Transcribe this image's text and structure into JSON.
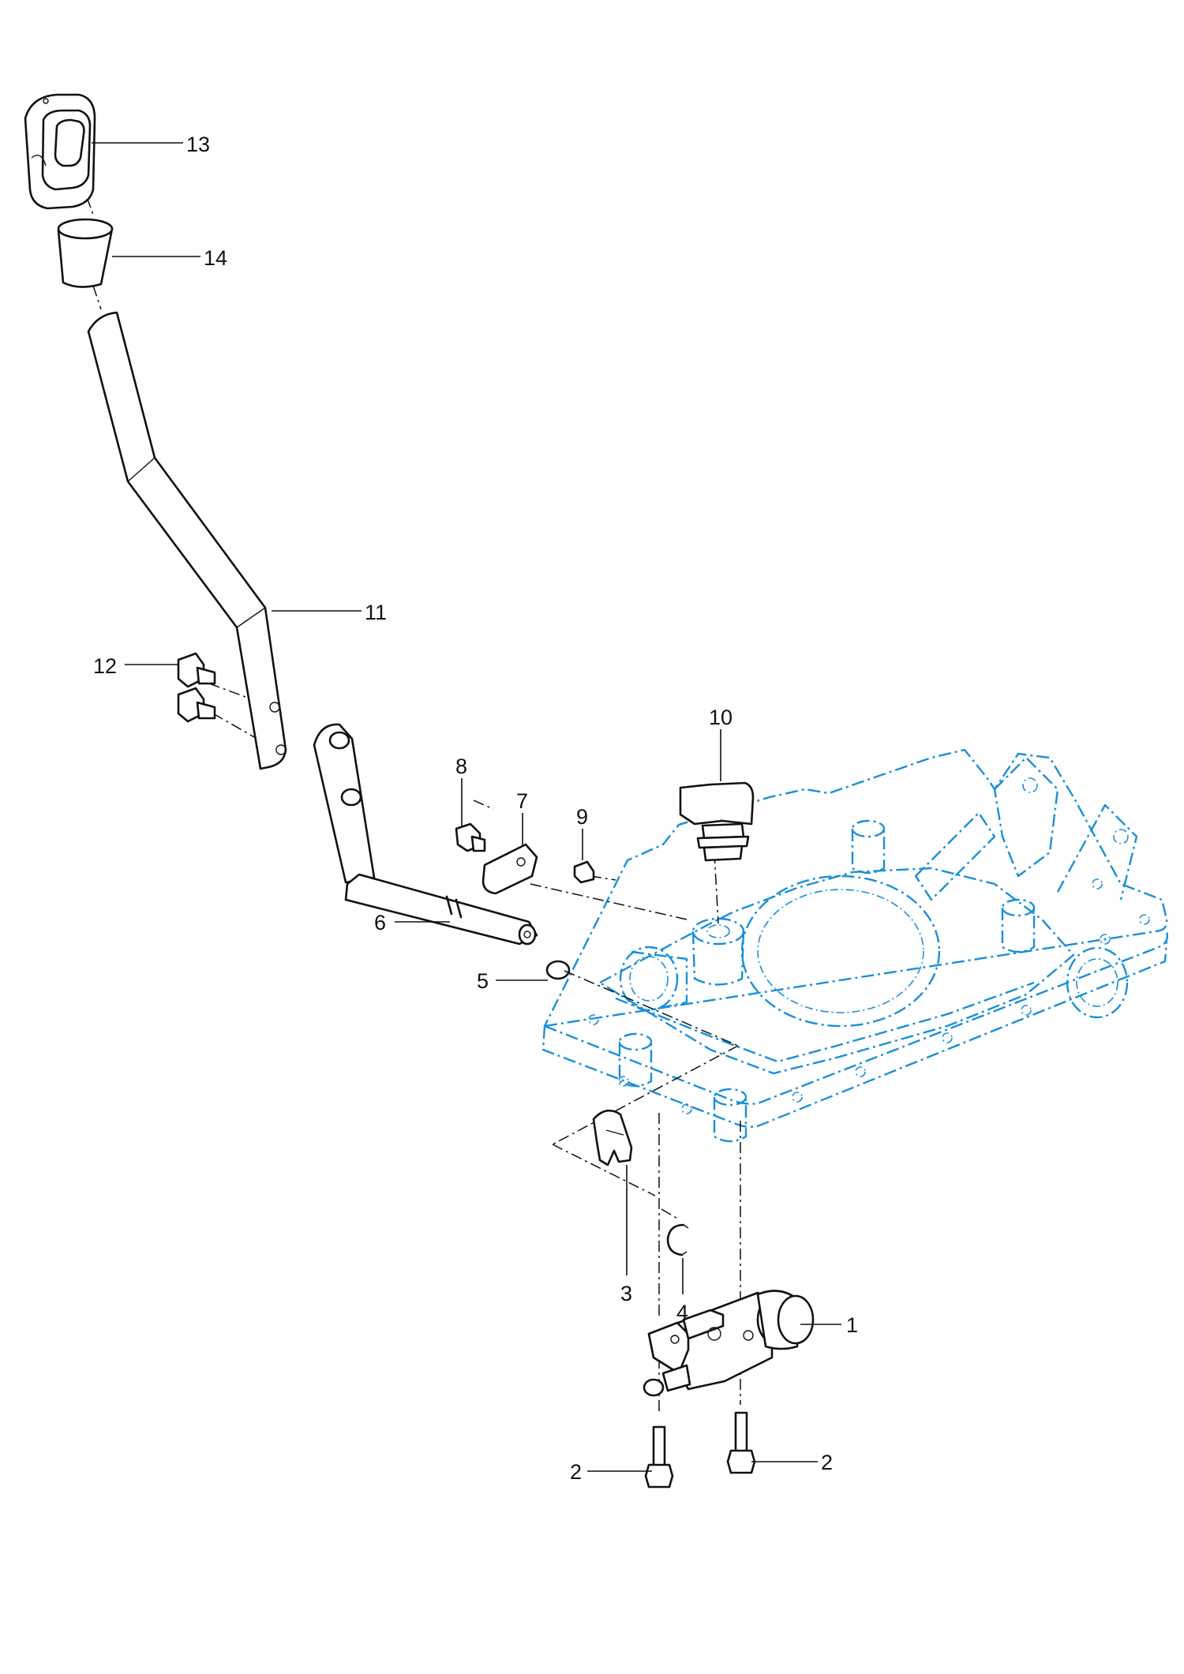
{
  "diagram": {
    "type": "exploded-parts-view",
    "colors": {
      "line": "#111111",
      "phantom_housing": "#1a8fd6",
      "background": "#ffffff"
    },
    "callouts": [
      {
        "id": "c13",
        "label": "13"
      },
      {
        "id": "c14",
        "label": "14"
      },
      {
        "id": "c11",
        "label": "11"
      },
      {
        "id": "c12",
        "label": "12"
      },
      {
        "id": "c10",
        "label": "10"
      },
      {
        "id": "c8",
        "label": "8"
      },
      {
        "id": "c7",
        "label": "7"
      },
      {
        "id": "c9",
        "label": "9"
      },
      {
        "id": "c6",
        "label": "6"
      },
      {
        "id": "c5",
        "label": "5"
      },
      {
        "id": "c3",
        "label": "3"
      },
      {
        "id": "c4",
        "label": "4"
      },
      {
        "id": "c1",
        "label": "1"
      },
      {
        "id": "c2a",
        "label": "2"
      },
      {
        "id": "c2b",
        "label": "2"
      }
    ]
  }
}
